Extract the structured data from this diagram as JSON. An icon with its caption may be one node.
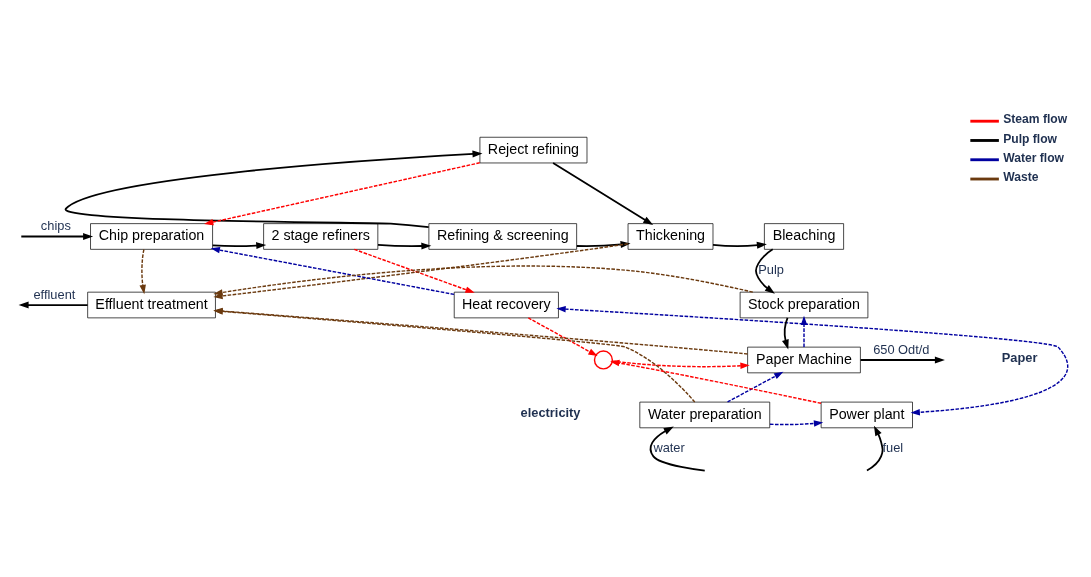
{
  "diagram": {
    "nodes": [
      {
        "text": [
          "Chip preparation"
        ]
      },
      {
        "text": [
          "2 stage refiners"
        ]
      },
      {
        "text": [
          "Refining & screening"
        ]
      },
      {
        "text": [
          "Reject refining"
        ]
      },
      {
        "text": [
          "Thickening"
        ]
      },
      {
        "text": [
          "Bleaching"
        ]
      },
      {
        "text": [
          "Heat recovery"
        ]
      },
      {
        "text": [
          "Stock preparation"
        ]
      },
      {
        "text": [
          "Effluent treatment"
        ]
      },
      {
        "text": [],
        "shape": "circle"
      },
      {
        "text": [
          "Paper Machine"
        ]
      },
      {
        "text": [
          "Water preparation"
        ]
      },
      {
        "text": [
          "Power plant"
        ]
      }
    ],
    "edges": [
      {
        "from": null,
        "to": 0,
        "arrow": "to",
        "label": "chips"
      },
      {
        "from": 0,
        "to": 1,
        "arrow": "to"
      },
      {
        "from": 1,
        "to": 2,
        "arrow": "to"
      },
      {
        "from": 2,
        "to": 3,
        "arrow": "to"
      },
      {
        "from": 2,
        "to": 4,
        "arrow": "to"
      },
      {
        "from": 3,
        "to": 4,
        "arrow": "to"
      },
      {
        "from": 4,
        "to": 5,
        "arrow": "to"
      },
      {
        "from": 5,
        "to": 7,
        "arrow": "to",
        "label": "Pulp"
      },
      {
        "from": 7,
        "to": 10,
        "arrow": "to"
      },
      {
        "from": 10,
        "to": null,
        "arrow": "to",
        "label": "650 Odt/d"
      },
      {
        "from": 8,
        "to": null,
        "arrow": "to",
        "label": "effluent"
      },
      {
        "from": null,
        "to": 11,
        "arrow": "to",
        "label": "water"
      },
      {
        "from": null,
        "to": 12,
        "arrow": "to",
        "label": "fuel"
      },
      {
        "from": 3,
        "to": 0,
        "arrow": "to",
        "style": "dashed",
        "color": "#ff0000"
      },
      {
        "from": 1,
        "to": 6,
        "arrow": "to",
        "style": "dashed",
        "color": "#ff0000"
      },
      {
        "from": 6,
        "to": 9,
        "arrow": "to",
        "style": "dashed",
        "color": "#ff0000"
      },
      {
        "from": 12,
        "to": 9,
        "arrow": "to",
        "style": "dashed",
        "color": "#ff0000"
      },
      {
        "from": 9,
        "to": 10,
        "arrow": "to",
        "style": "dashed",
        "color": "#ff0000"
      },
      {
        "from": 6,
        "to": 0,
        "arrow": "to",
        "style": "dashed",
        "color": "#0000a0"
      },
      {
        "from": 6,
        "to": 12,
        "arrow": "both",
        "style": "dashed",
        "color": "#0000a0"
      },
      {
        "from": 11,
        "to": 12,
        "arrow": "to",
        "style": "dashed",
        "color": "#0000a0"
      },
      {
        "from": 11,
        "to": 10,
        "arrow": "to",
        "style": "dashed",
        "color": "#0000a0"
      },
      {
        "from": 10,
        "to": 7,
        "arrow": "to",
        "style": "dashed",
        "color": "#0000a0"
      },
      {
        "from": 0,
        "to": 8,
        "arrow": "to",
        "style": "dashed",
        "color": "#6b3a0f"
      },
      {
        "from": 4,
        "to": 8,
        "arrow": "to",
        "style": "dashed",
        "color": "#6b3a0f"
      },
      {
        "from": 7,
        "to": 8,
        "arrow": "to",
        "style": "dashed",
        "color": "#6b3a0f"
      },
      {
        "from": 11,
        "to": 8,
        "arrow": "to",
        "style": "dashed",
        "color": "#6b3a0f"
      },
      {
        "from": 10,
        "to": 8,
        "arrow": "to",
        "style": "dashed",
        "color": "#6b3a0f"
      }
    ],
    "labels": [
      "Paper",
      "electricity"
    ],
    "legend": [
      {
        "text": "Steam flow"
      },
      {
        "text": "Pulp flow"
      },
      {
        "text": "Water flow"
      },
      {
        "text": "Waste"
      }
    ]
  }
}
